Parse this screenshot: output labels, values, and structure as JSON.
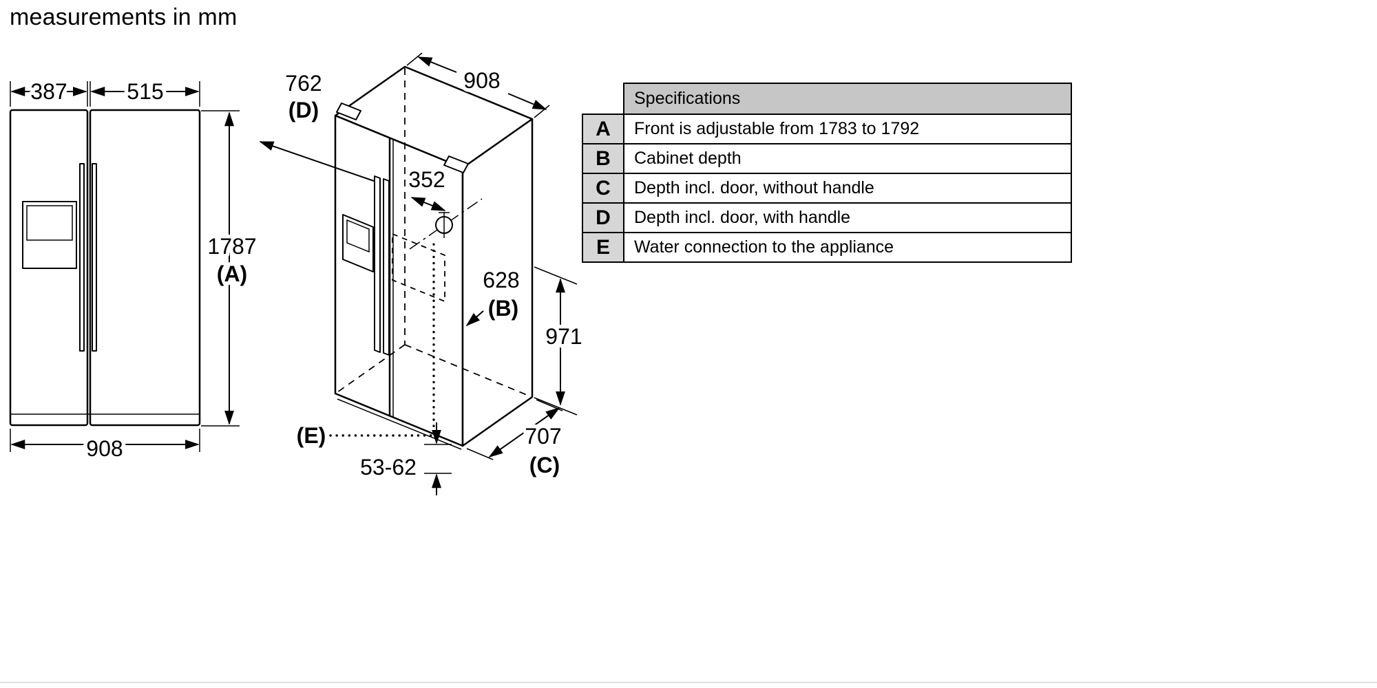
{
  "title": "measurements in mm",
  "front_view": {
    "width_left_door": "387",
    "width_right_door": "515",
    "height": "1787",
    "height_ref": "(A)",
    "width_total": "908"
  },
  "iso_view": {
    "depth_with_handle": "762",
    "depth_with_handle_ref": "(D)",
    "width_top": "908",
    "water_connection_offset": "352",
    "cabinet_depth": "628",
    "cabinet_depth_ref": "(B)",
    "water_connection_height": "971",
    "depth_without_handle": "707",
    "depth_without_handle_ref": "(C)",
    "water_connection_floor_clearance": "53-62",
    "water_connection_ref": "(E)"
  },
  "spec_table": {
    "header": "Specifications",
    "rows": [
      {
        "key": "A",
        "desc": "Front is adjustable from 1783 to 1792"
      },
      {
        "key": "B",
        "desc": "Cabinet depth"
      },
      {
        "key": "C",
        "desc": "Depth incl. door, without handle"
      },
      {
        "key": "D",
        "desc": "Depth incl. door, with handle"
      },
      {
        "key": "E",
        "desc": "Water connection to the appliance"
      }
    ]
  },
  "colors": {
    "line": "#000000",
    "table_header_bg": "#c6c6c6",
    "table_key_bg": "#d6d6d6"
  }
}
